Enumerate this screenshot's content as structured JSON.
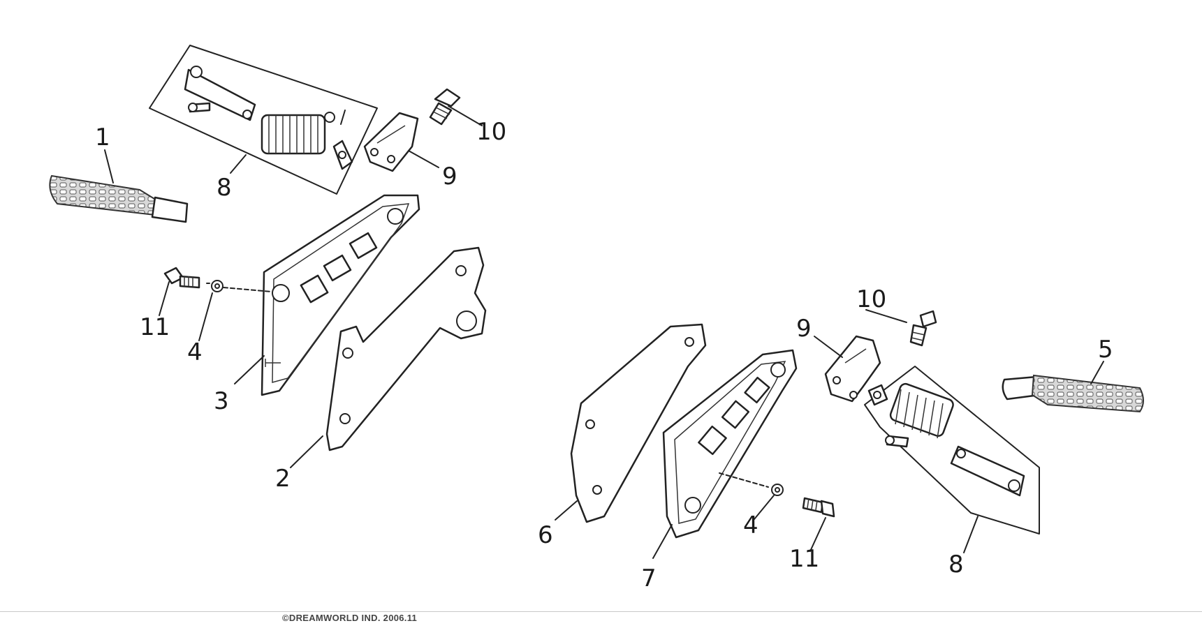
{
  "labels": {
    "l1": "1",
    "l2": "2",
    "l3": "3",
    "l4a": "4",
    "l5": "5",
    "l6": "6",
    "l7": "7",
    "l8a": "8",
    "l9a": "9",
    "l10a": "10",
    "l11a": "11",
    "l4b": "4",
    "l8b": "8",
    "l9b": "9",
    "l10b": "10",
    "l11b": "11"
  },
  "footer": "©DREAMWORLD IND. 2006.11"
}
